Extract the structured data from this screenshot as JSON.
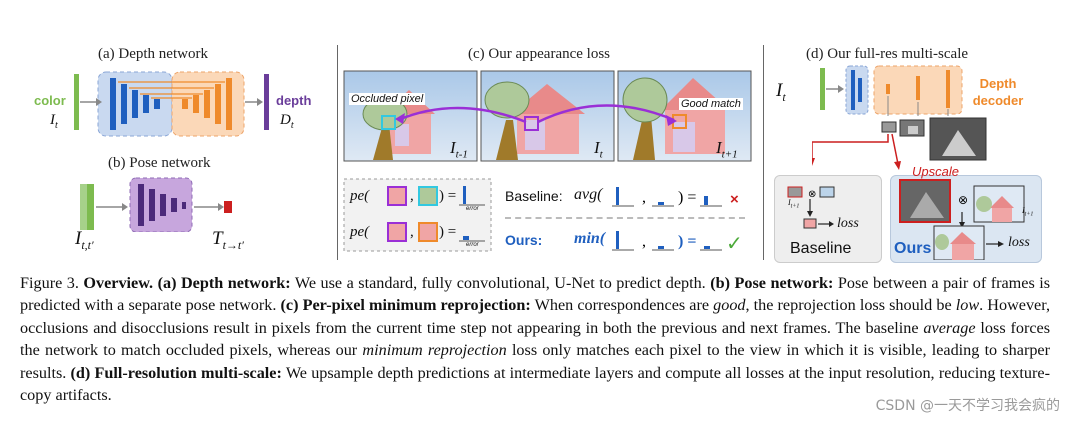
{
  "panels": {
    "a": {
      "title": "(a) Depth network",
      "input_label": "color",
      "input_symbol": "I_t",
      "output_label": "depth",
      "output_symbol": "D_t"
    },
    "b": {
      "title": "(b) Pose network",
      "input_symbol": "I_t,t'",
      "output_symbol": "T_t→t'"
    },
    "c": {
      "title": "(c) Our appearance loss",
      "occluded_label": "Occluded pixel",
      "good_label": "Good match",
      "frame_labels": [
        "I_t-1",
        "I_t",
        "I_t+1"
      ],
      "pe_text": "pe(",
      "error_label": "error",
      "baseline_label": "Baseline:",
      "baseline_op": "avg(",
      "ours_label": "Ours:",
      "ours_op": "min("
    },
    "d": {
      "title": "(d) Our full-res multi-scale",
      "input_symbol": "I_t",
      "decoder_label": "Depth decoder",
      "upscale_label": "Upscale",
      "baseline_box_label": "Baseline",
      "ours_box_label": "Ours",
      "loss_label": "loss",
      "frame_label": "I_t+1"
    }
  },
  "caption": {
    "fig_label": "Figure 3.",
    "overview": "Overview.",
    "a_head": "(a) Depth network:",
    "a_text": "We use a standard, fully convolutional, U-Net to predict depth.",
    "b_head": "(b) Pose network:",
    "b_text": "Pose between a pair of frames is predicted with a separate pose network.",
    "c_head": "(c) Per-pixel minimum reprojection:",
    "c_text1": "When correspondences are",
    "c_good": "good",
    "c_text2": ", the reprojection loss should be",
    "c_low": "low",
    "c_text3": ". However, occlusions and disocclusions result in pixels from the current time step not appearing in both the previous and next frames. The baseline",
    "c_average": "average",
    "c_text4": "loss forces the network to match occluded pixels, whereas our",
    "c_minrep": "minimum reprojection",
    "c_text5": "loss only matches each pixel to the view in which it is visible, leading to sharper results.",
    "d_head": "(d) Full-resolution multi-scale:",
    "d_text": "We upsample depth predictions at intermediate layers and compute all losses at the input resolution, reducing texture-copy artifacts."
  },
  "watermark": "CSDN @一天不学习我会疯的",
  "colors": {
    "green": "#7dbb4f",
    "blue": "#1f5fbf",
    "orange": "#ef8a2b",
    "purple": "#6a3d9a",
    "red": "#cc1f1f",
    "magenta": "#9a2fd6",
    "cyan": "#32c8e0"
  }
}
